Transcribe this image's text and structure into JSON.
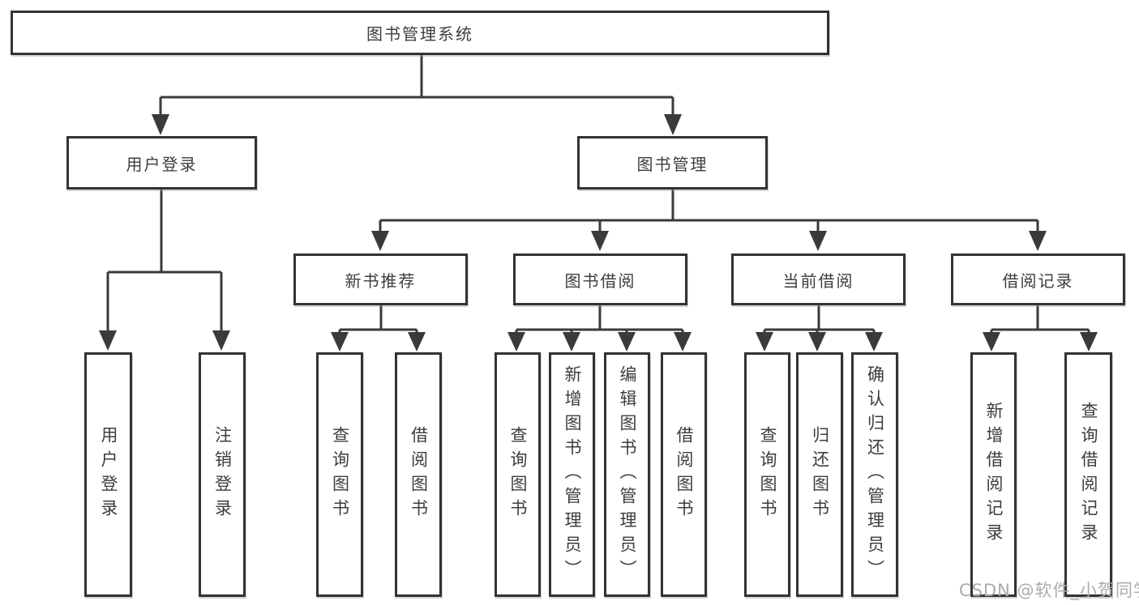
{
  "diagram": {
    "type": "tree",
    "nodes": {
      "root": "图书管理系统",
      "level2": [
        "用户登录",
        "图书管理"
      ],
      "level3": [
        "新书推荐",
        "图书借阅",
        "当前借阅",
        "借阅记录"
      ],
      "leaves": [
        "用户登录",
        "注销登录",
        "查询图书",
        "借阅图书",
        "查询图书",
        "新增图书（管理员）",
        "编辑图书（管理员）",
        "借阅图书",
        "查询图书",
        "归还图书",
        "确认归还（管理员）",
        "新增借阅记录",
        "查询借阅记录"
      ]
    },
    "edges": [
      {
        "from": "图书管理系统",
        "to": [
          "用户登录",
          "图书管理"
        ]
      },
      {
        "from": "用户登录",
        "to": [
          "用户登录",
          "注销登录"
        ]
      },
      {
        "from": "图书管理",
        "to": [
          "新书推荐",
          "图书借阅",
          "当前借阅",
          "借阅记录"
        ]
      },
      {
        "from": "新书推荐",
        "to": [
          "查询图书",
          "借阅图书"
        ]
      },
      {
        "from": "图书借阅",
        "to": [
          "查询图书",
          "新增图书（管理员）",
          "编辑图书（管理员）",
          "借阅图书"
        ]
      },
      {
        "from": "当前借阅",
        "to": [
          "查询图书",
          "归还图书",
          "确认归还（管理员）"
        ]
      },
      {
        "from": "借阅记录",
        "to": [
          "新增借阅记录",
          "查询借阅记录"
        ]
      }
    ],
    "colors": {
      "background": "#ffffff",
      "box_border": "#333333",
      "line": "#3a3a3a",
      "text": "#3d3d3d",
      "watermark_text": "#a9abb0"
    }
  },
  "watermark": "CSDN @软件_小贺同学"
}
